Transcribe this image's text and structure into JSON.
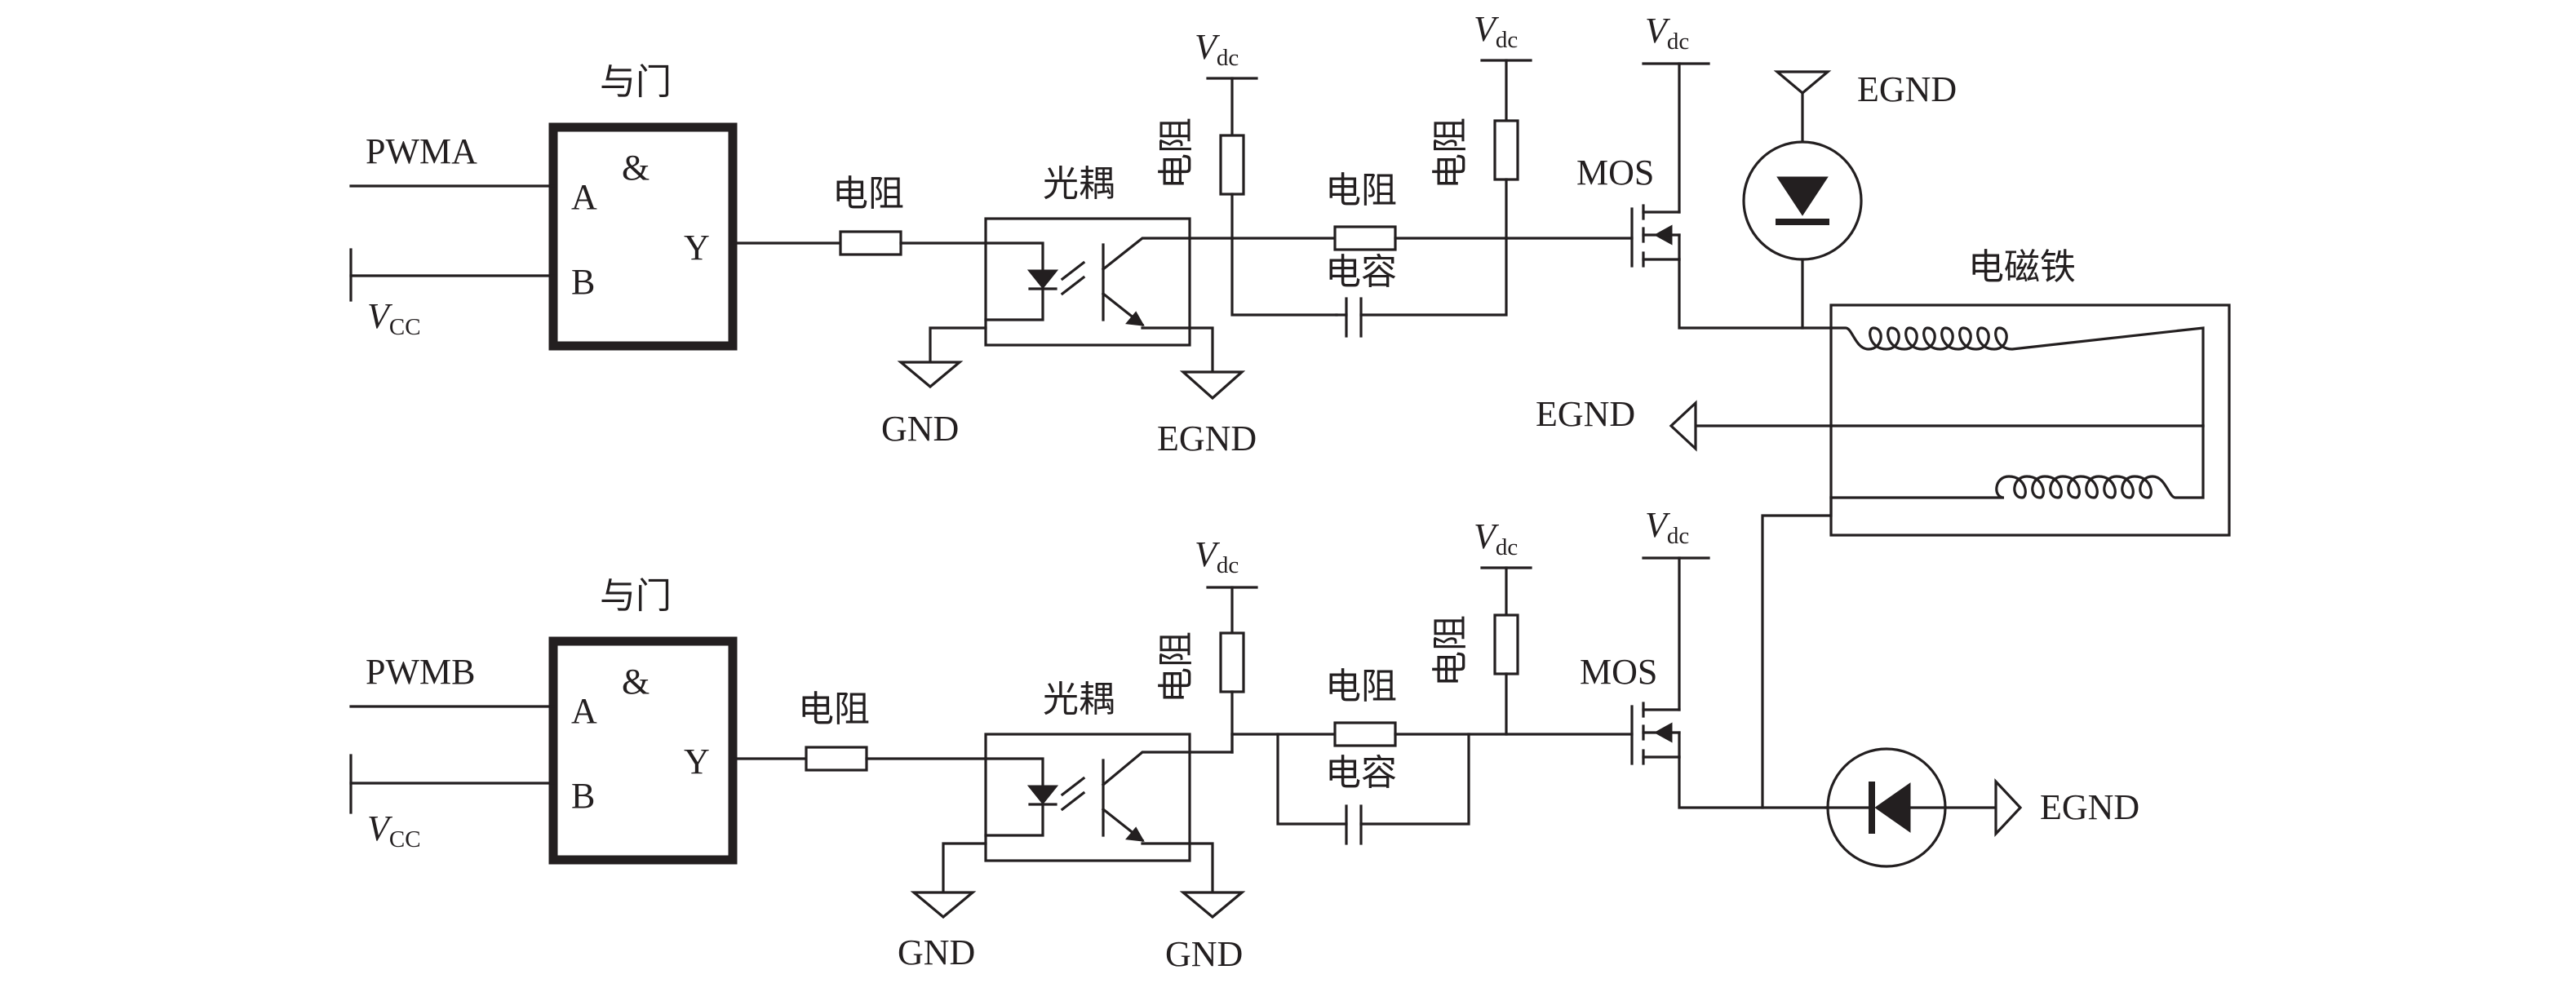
{
  "colors": {
    "line": "#231f20",
    "background": "#ffffff"
  },
  "channels": [
    {
      "gate_title": "与门",
      "input_signal": "PWMA",
      "supply_v": "V",
      "supply_sub": "CC",
      "pin_a": "A",
      "pin_b": "B",
      "pin_y": "Y",
      "and_symbol": "&",
      "resistor_label": "电阻",
      "optocoupler_label": "光耦",
      "gnd_left": "GND",
      "gnd_right": "EGND",
      "vdc_v": "V",
      "vdc_sub": "dc",
      "pullup_left_label": "电阻",
      "series_resistor_label": "电阻",
      "capacitor_label": "电容",
      "pullup_right_label": "电阻",
      "mos_label": "MOS",
      "diode_ground": "EGND"
    },
    {
      "gate_title": "与门",
      "input_signal": "PWMB",
      "supply_v": "V",
      "supply_sub": "CC",
      "pin_a": "A",
      "pin_b": "B",
      "pin_y": "Y",
      "and_symbol": "&",
      "resistor_label": "电阻",
      "optocoupler_label": "光耦",
      "gnd_left": "GND",
      "gnd_right": "GND",
      "vdc_v": "V",
      "vdc_sub": "dc",
      "pullup_left_label": "电阻",
      "series_resistor_label": "电阻",
      "capacitor_label": "电容",
      "pullup_right_label": "电阻",
      "mos_label": "MOS",
      "diode_ground": "EGND"
    }
  ],
  "electromagnet": {
    "label": "电磁铁",
    "center_ground": "EGND"
  }
}
